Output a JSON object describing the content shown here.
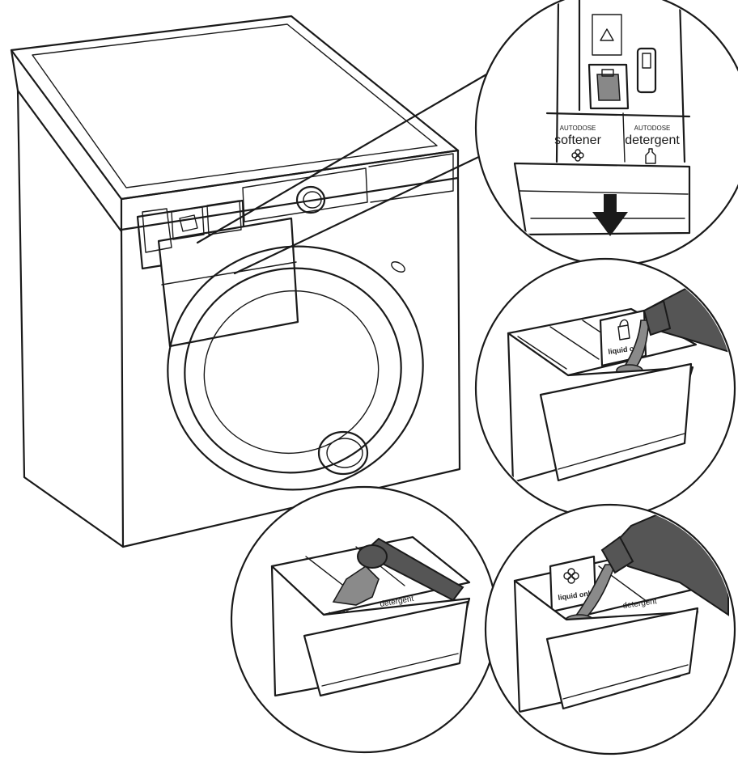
{
  "labels": {
    "zoom_softener_brand": "AUTODOSE",
    "zoom_softener": "softener",
    "zoom_detergent_brand": "AUTODOSE",
    "zoom_detergent": "detergent",
    "step2_card": "liquid only",
    "step4_card": "liquid only"
  },
  "colors": {
    "line": "#1a1a1a",
    "bottle": "#555555",
    "liquid": "#8a8a8a",
    "background": "#ffffff"
  },
  "icons": [
    "lock-icon",
    "flower-icon",
    "bottle-icon",
    "arrow-down-icon"
  ]
}
